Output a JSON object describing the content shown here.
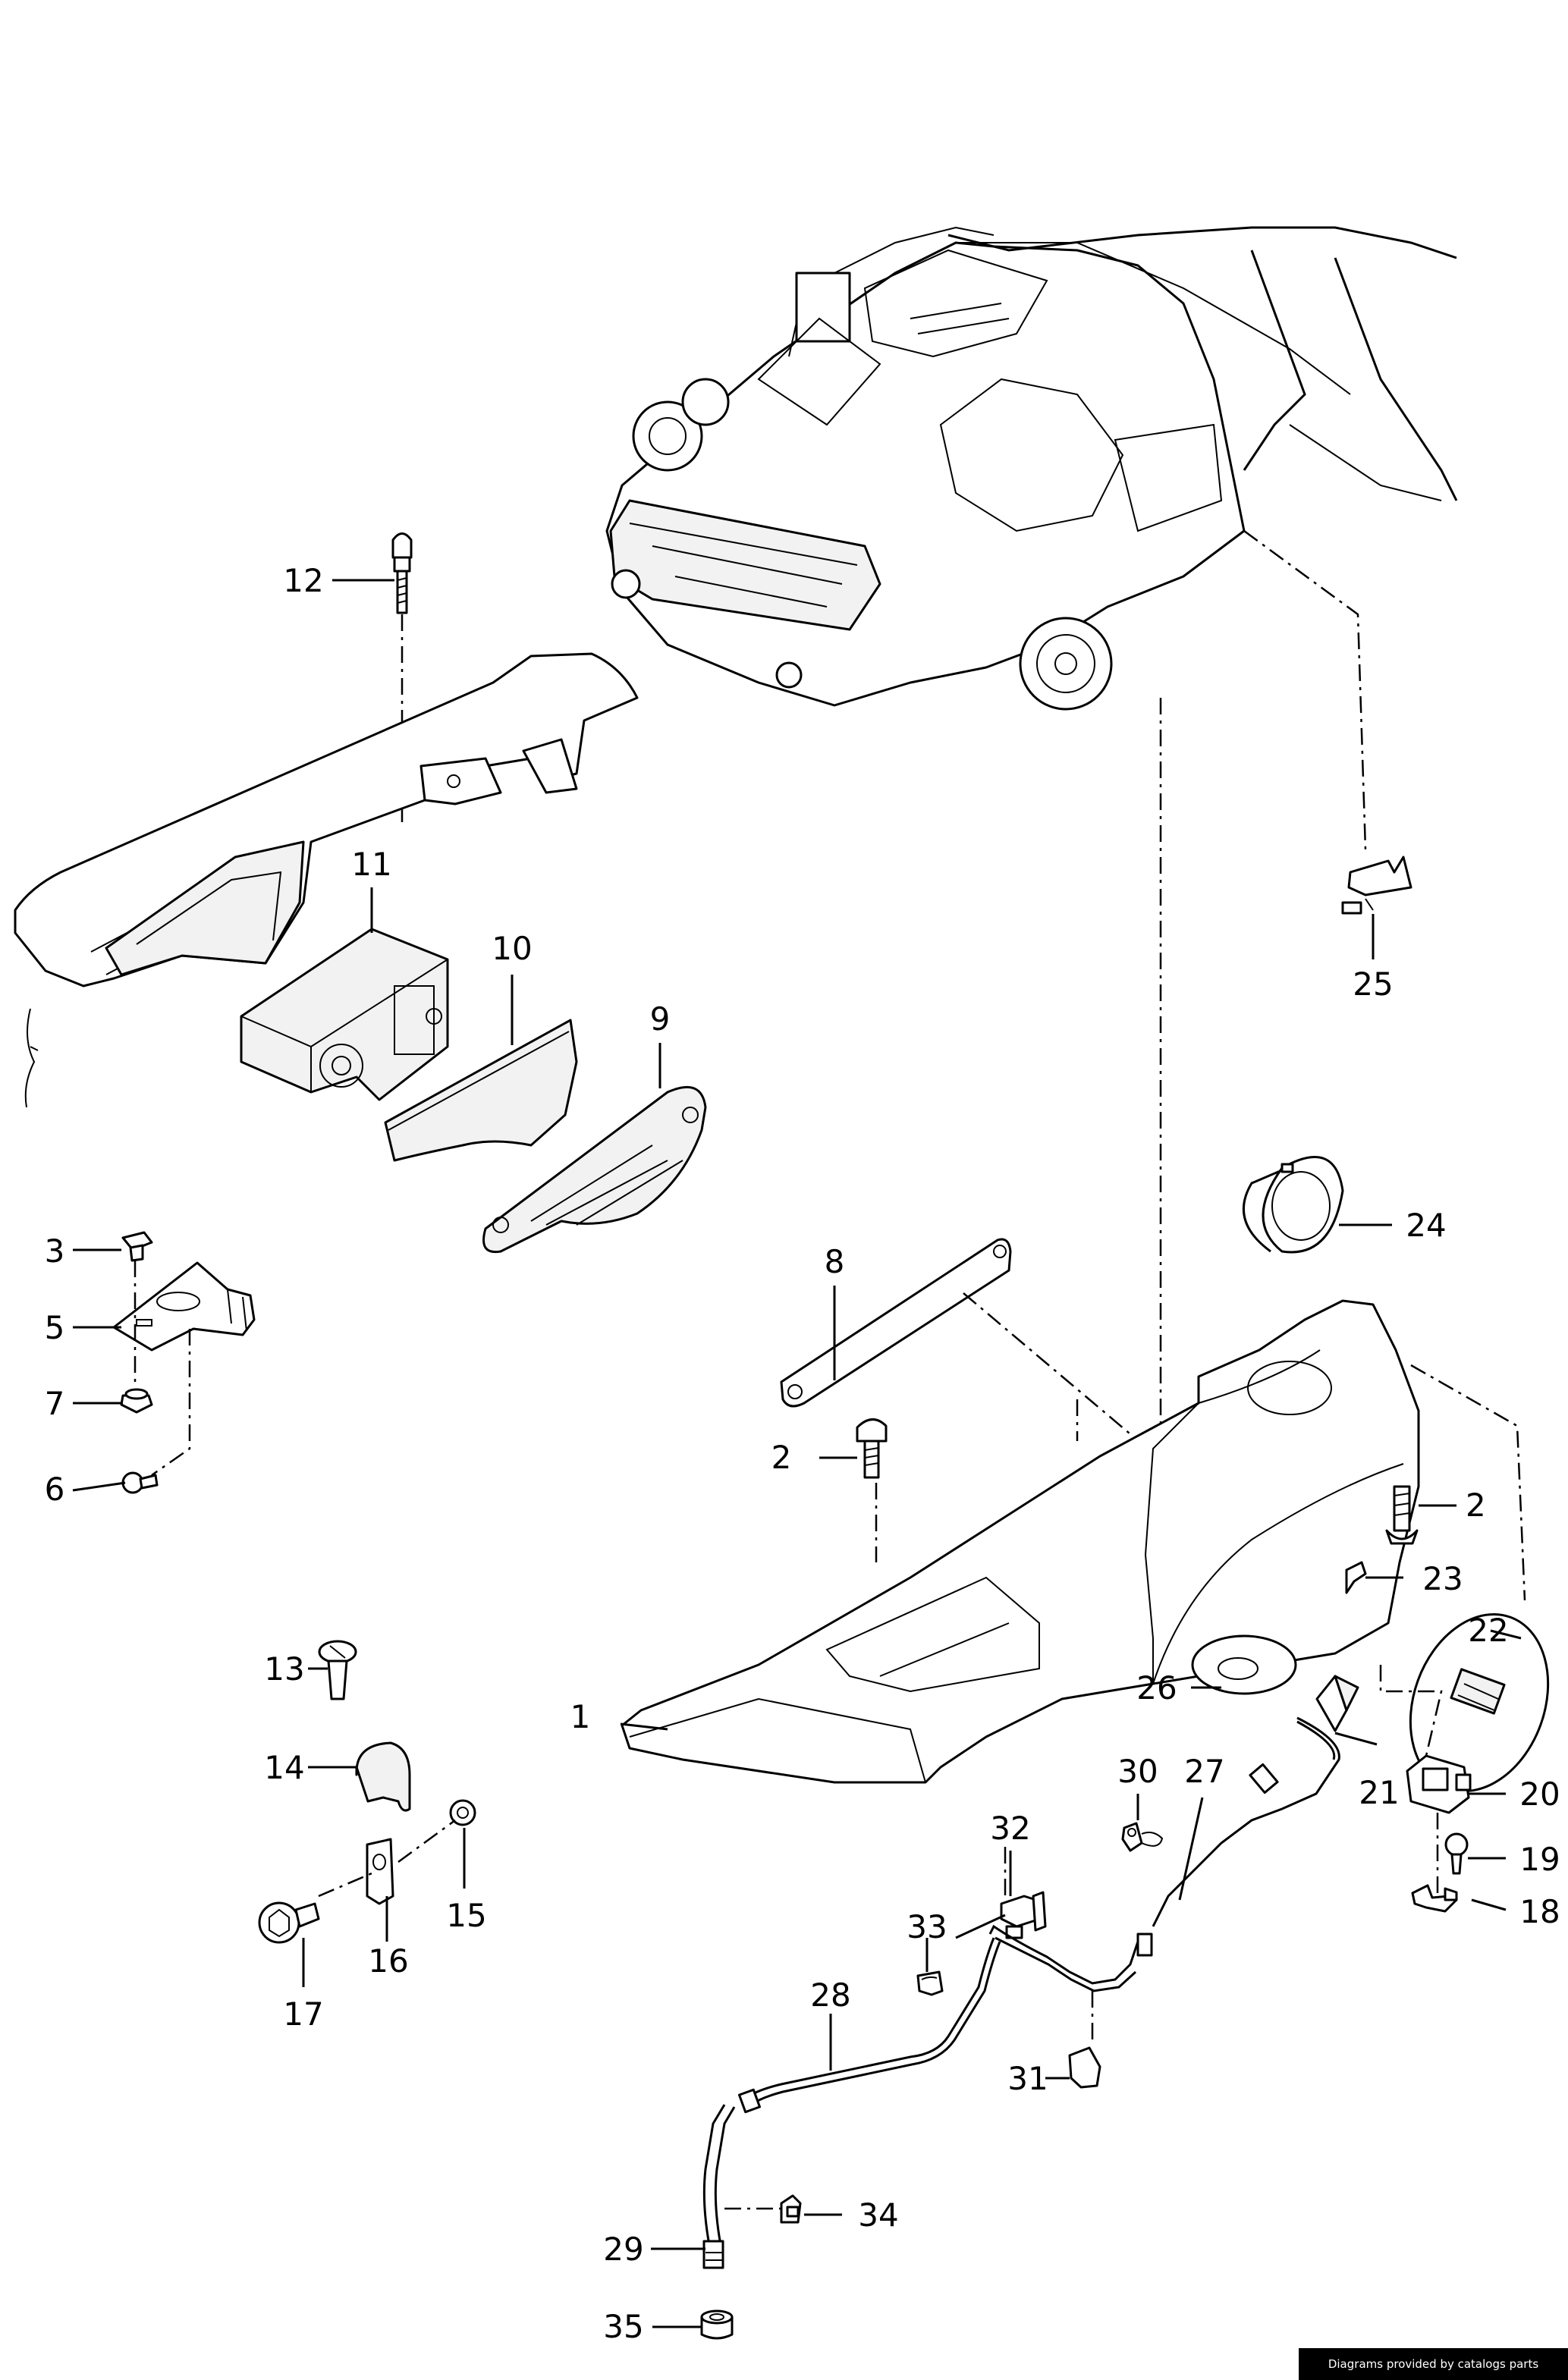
{
  "callouts": {
    "c1": "1",
    "c2a": "2",
    "c2b": "2",
    "c3": "3",
    "c5": "5",
    "c6": "6",
    "c7": "7",
    "c8": "8",
    "c9": "9",
    "c10": "10",
    "c11": "11",
    "c12": "12",
    "c13": "13",
    "c14": "14",
    "c15": "15",
    "c16": "16",
    "c17": "17",
    "c18": "18",
    "c19": "19",
    "c20": "20",
    "c21": "21",
    "c22": "22",
    "c23": "23",
    "c24": "24",
    "c25": "25",
    "c26": "26",
    "c27": "27",
    "c28": "28",
    "c29": "29",
    "c30": "30",
    "c31": "31",
    "c32": "32",
    "c33": "33",
    "c34": "34",
    "c35": "35"
  },
  "footer": {
    "credit": "Diagrams provided by catalogs parts"
  }
}
